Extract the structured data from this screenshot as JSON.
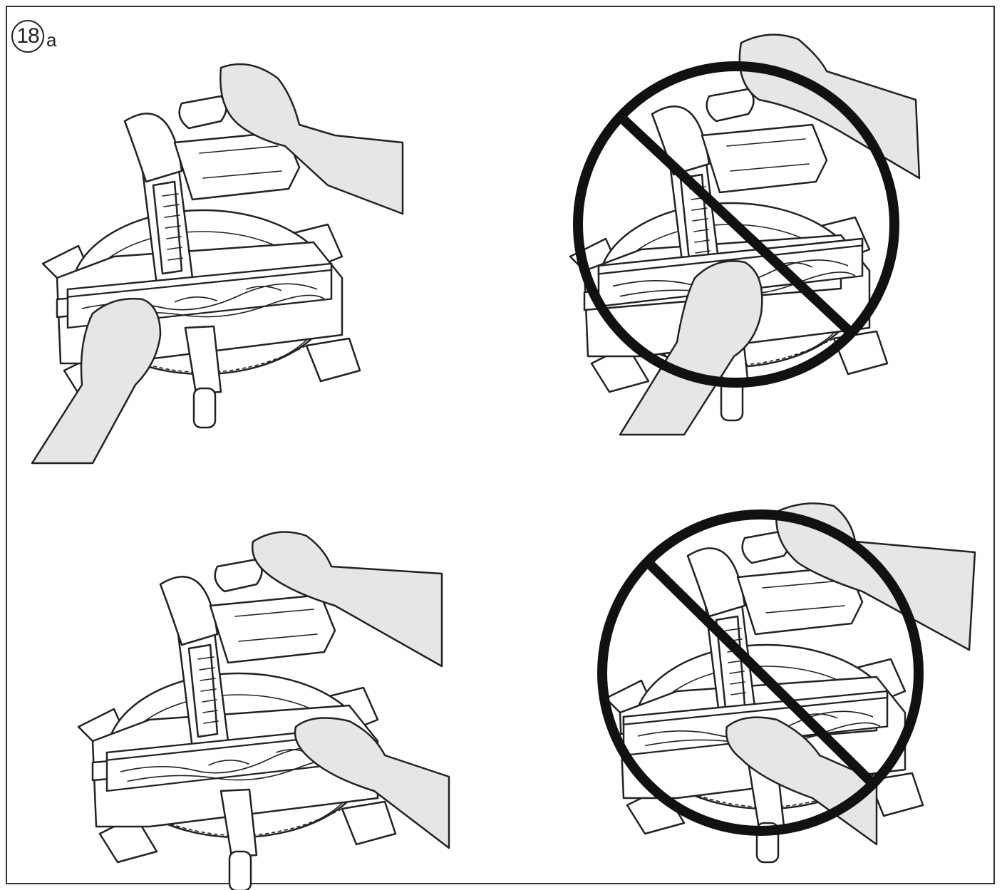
{
  "figure": {
    "number": "18",
    "letter": "a"
  },
  "panels": [
    {
      "position": "top-left",
      "status": "correct"
    },
    {
      "position": "top-right",
      "status": "prohibited"
    },
    {
      "position": "bottom-left",
      "status": "correct"
    },
    {
      "position": "bottom-right",
      "status": "prohibited"
    }
  ],
  "colors": {
    "line": "#222222",
    "skin_fill": "#e6e6e6",
    "prohibit": "#111111"
  },
  "icons": [
    "prohibited-sign-icon",
    "miter-saw-icon",
    "hand-icon"
  ]
}
